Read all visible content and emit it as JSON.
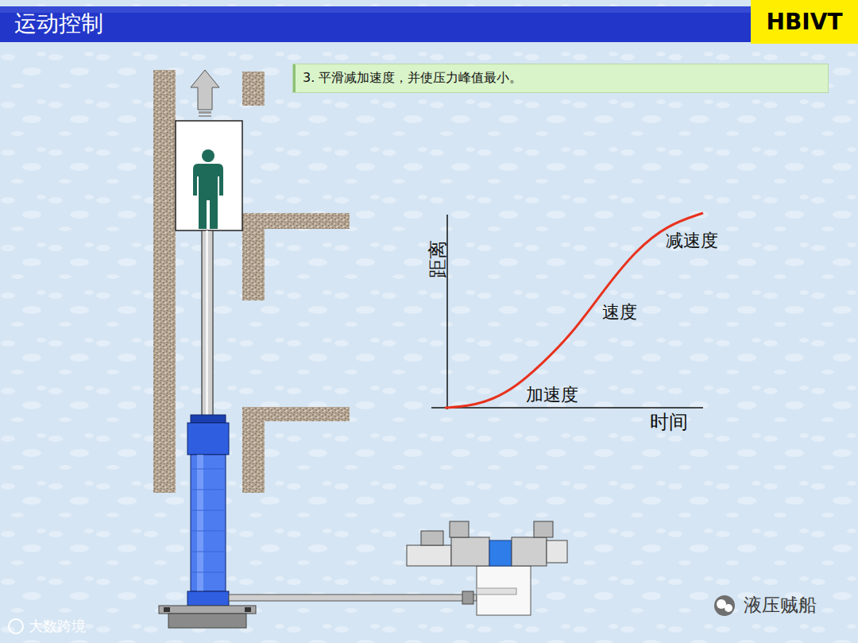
{
  "diagram": {
    "title": "运动控制",
    "nodes": [
      {
        "text": [
          "HBIVT"
        ]
      },
      {
        "text": [
          "3. 平滑减加速度，并使压力峰值最小。"
        ]
      }
    ],
    "labels": [
      "距离",
      "时间",
      "加速度",
      "速度",
      "减速度",
      "大数跨境",
      "液压贼船"
    ]
  }
}
